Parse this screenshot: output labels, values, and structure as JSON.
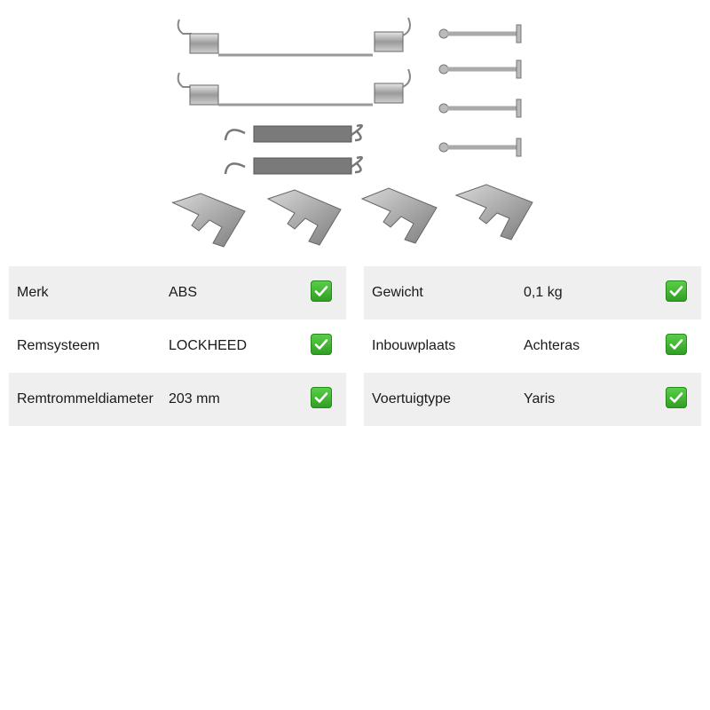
{
  "product": {
    "image_icon": "brake-shoe-accessory-kit-image"
  },
  "specs_left": [
    {
      "label": "Merk",
      "value": "ABS",
      "icon": "check-icon"
    },
    {
      "label": "Remsysteem",
      "value": "LOCKHEED",
      "icon": "check-icon"
    },
    {
      "label": "Remtrommeldiameter",
      "value": "203 mm",
      "icon": "check-icon"
    }
  ],
  "specs_right": [
    {
      "label": "Gewicht",
      "value": "0,1 kg",
      "icon": "check-icon"
    },
    {
      "label": "Inbouwplaats",
      "value": "Achteras",
      "icon": "check-icon"
    },
    {
      "label": "Voertuigtype",
      "value": "Yaris",
      "icon": "check-icon"
    }
  ],
  "colors": {
    "row_shade": "#efefef",
    "check_green": "#3cb531"
  }
}
